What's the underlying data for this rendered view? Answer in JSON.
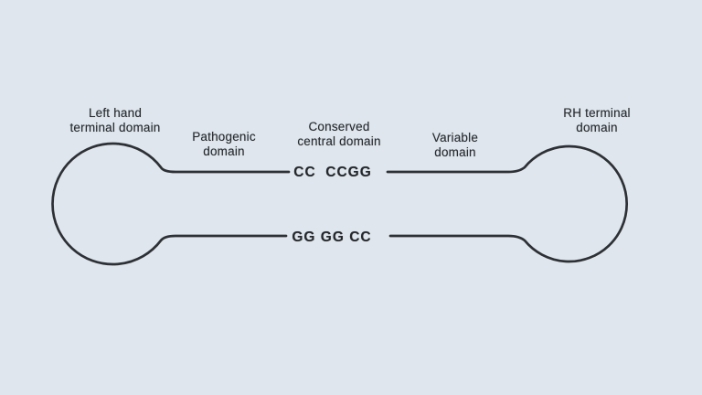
{
  "figure": {
    "title": "Viroid genome domain structure diagram",
    "background_color": "#dfe6ed",
    "stroke_color": "#2d3136",
    "text_color": "#282c31",
    "labels": {
      "left_terminal": "Left hand\nterminal domain",
      "pathogenic": "Pathogenic\ndomain",
      "conserved": "Conserved\ncentral domain",
      "variable": "Variable\ndomain",
      "rh_terminal": "RH terminal\ndomain"
    },
    "sequences": {
      "top_strand": "CC  CCGG",
      "bottom_strand": "GG GG CC"
    }
  }
}
